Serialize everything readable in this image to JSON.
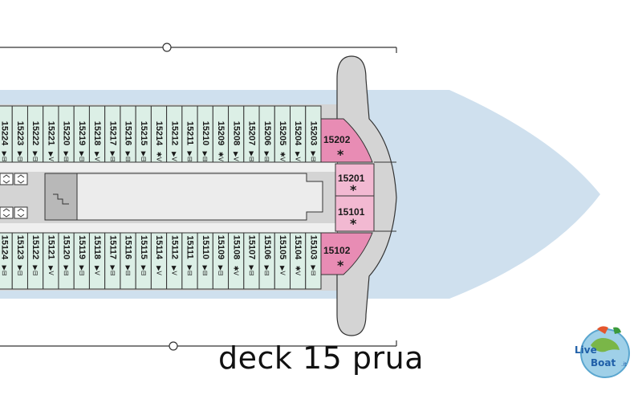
{
  "deck_label": "deck 15 prua",
  "logo": {
    "text_live": "Live",
    "text_boat": "Boat",
    "text_suffix": ".it"
  },
  "colors": {
    "sea": "#cfe0ee",
    "hull": "#d4d4d4",
    "cabin_fill": "#dcefe6",
    "suite_fill": "#e88cb4",
    "suite_light": "#f2b9d2",
    "corridor": "#efefef",
    "stairs": "#b8b8b8",
    "line": "#333333"
  },
  "upper_row": {
    "cabins": [
      {
        "number": "15224",
        "symbols": "▶⊟"
      },
      {
        "number": "15223",
        "symbols": "▶⊟"
      },
      {
        "number": "15222",
        "symbols": "▶⊟"
      },
      {
        "number": "15221",
        "symbols": "▶V"
      },
      {
        "number": "15220",
        "symbols": "▶⊟"
      },
      {
        "number": "15219",
        "symbols": "▶⊟"
      },
      {
        "number": "15218",
        "symbols": "▶V"
      },
      {
        "number": "15217",
        "symbols": "▶⊟"
      },
      {
        "number": "15216",
        "symbols": "▶⊟"
      },
      {
        "number": "15215",
        "symbols": "▶⊟"
      },
      {
        "number": "15214",
        "symbols": "✱V"
      },
      {
        "number": "15212",
        "symbols": "▶V"
      },
      {
        "number": "15211",
        "symbols": "▶⊟"
      },
      {
        "number": "15210",
        "symbols": "▶⊟"
      },
      {
        "number": "15209",
        "symbols": "✱V"
      },
      {
        "number": "15208",
        "symbols": "▶V"
      },
      {
        "number": "15207",
        "symbols": "▶⊟"
      },
      {
        "number": "15206",
        "symbols": "▶⊟"
      },
      {
        "number": "15205",
        "symbols": "✱V"
      },
      {
        "number": "15204",
        "symbols": "▶V"
      },
      {
        "number": "15203",
        "symbols": "▶⊟"
      }
    ],
    "suite": {
      "number": "15202",
      "mark": "*"
    }
  },
  "lower_row": {
    "cabins": [
      {
        "number": "15124",
        "symbols": "▶⊟"
      },
      {
        "number": "15123",
        "symbols": "▶⊟"
      },
      {
        "number": "15122",
        "symbols": "▶⊟"
      },
      {
        "number": "15121",
        "symbols": "▶V"
      },
      {
        "number": "15120",
        "symbols": "▶⊟"
      },
      {
        "number": "15119",
        "symbols": "▶⊟"
      },
      {
        "number": "15118",
        "symbols": "▶V"
      },
      {
        "number": "15117",
        "symbols": "▶⊟"
      },
      {
        "number": "15116",
        "symbols": "▶⊟"
      },
      {
        "number": "15115",
        "symbols": "▶⊟"
      },
      {
        "number": "15114",
        "symbols": "▶V"
      },
      {
        "number": "15112",
        "symbols": "▶V"
      },
      {
        "number": "15111",
        "symbols": "▶⊟"
      },
      {
        "number": "15110",
        "symbols": "▶⊟"
      },
      {
        "number": "15109",
        "symbols": "▶⊟"
      },
      {
        "number": "15108",
        "symbols": "✱V"
      },
      {
        "number": "15107",
        "symbols": "▶⊟"
      },
      {
        "number": "15106",
        "symbols": "▶⊟"
      },
      {
        "number": "15105",
        "symbols": "▶V"
      },
      {
        "number": "15104",
        "symbols": "✱V"
      },
      {
        "number": "15103",
        "symbols": "▶⊟"
      }
    ],
    "suite": {
      "number": "15102",
      "mark": "*"
    }
  },
  "middle_suites": [
    {
      "number": "15201",
      "mark": "*"
    },
    {
      "number": "15101",
      "mark": "*"
    }
  ],
  "elevator_icons": [
    "elevator-icon",
    "elevator-icon"
  ]
}
